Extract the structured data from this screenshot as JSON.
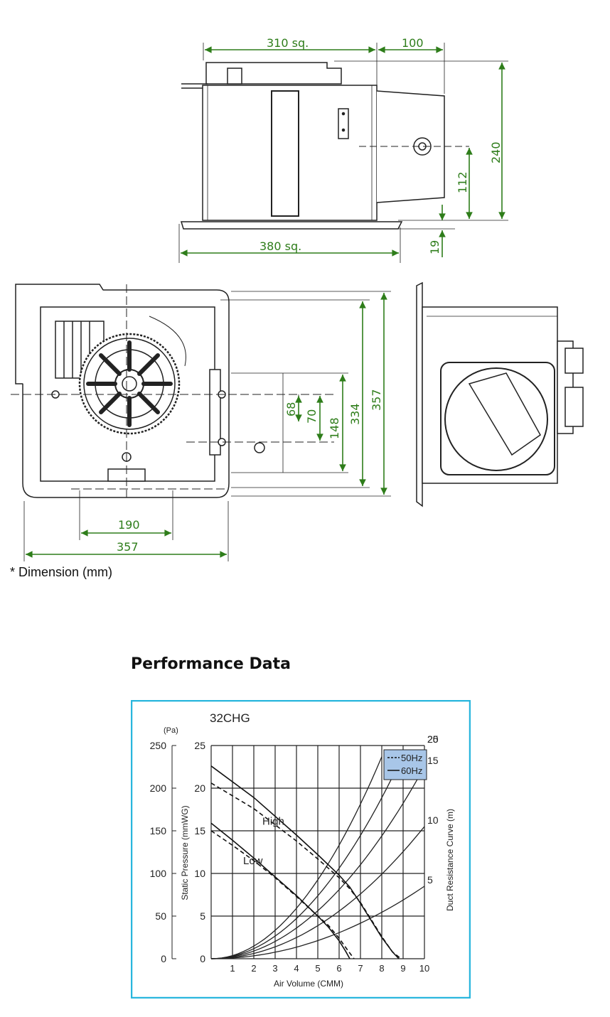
{
  "dimensions": {
    "top_width": "310 sq.",
    "top_offset": "100",
    "height_total": "240",
    "height_port": "112",
    "flange": "19",
    "base_width": "380 sq.",
    "mid_68": "68",
    "mid_70": "70",
    "mid_148": "148",
    "mid_334": "334",
    "mid_357_v": "357",
    "bottom_190": "190",
    "bottom_357": "357"
  },
  "note": "* Dimension (mm)",
  "performance_title": "Performance Data",
  "chart_data": {
    "type": "line",
    "model": "32CHG",
    "xlabel": "Air Volume (CMM)",
    "ylabel_left": "Static Pressure (mmWG)",
    "ylabel_right": "Duct Resistance Curve (m)",
    "pa_unit": "(Pa)",
    "xlim": [
      0,
      10
    ],
    "ylim": [
      0,
      25
    ],
    "x_ticks": [
      "0",
      "1",
      "2",
      "3",
      "4",
      "5",
      "6",
      "7",
      "8",
      "9",
      "10"
    ],
    "y_ticks_mmwg": [
      "0",
      "5",
      "10",
      "15",
      "20",
      "25"
    ],
    "y_ticks_pa": [
      "0",
      "50",
      "100",
      "150",
      "200",
      "250"
    ],
    "curve_labels": {
      "high": "High",
      "low": "Low"
    },
    "legend": [
      {
        "label": "50Hz",
        "style": "dashed"
      },
      {
        "label": "60Hz",
        "style": "solid"
      }
    ],
    "series": [
      {
        "name": "High 60Hz",
        "style": "solid",
        "x": [
          0,
          2,
          4,
          5,
          6,
          6.5,
          7,
          7.5,
          8,
          8.5,
          8.8
        ],
        "y": [
          22.6,
          18.9,
          14.5,
          12.2,
          9.8,
          8.4,
          6.5,
          4.5,
          2.5,
          0.8,
          0
        ]
      },
      {
        "name": "High 50Hz",
        "style": "dashed",
        "x": [
          0,
          2,
          4,
          5,
          6,
          6.5,
          7,
          7.5,
          8,
          8.5,
          8.9
        ],
        "y": [
          20.6,
          17.6,
          13.8,
          11.7,
          9.5,
          8.2,
          6.6,
          4.6,
          2.6,
          0.8,
          0
        ]
      },
      {
        "name": "Low 60Hz",
        "style": "solid",
        "x": [
          0,
          1,
          2,
          3,
          4,
          5,
          5.5,
          6,
          6.3,
          6.5
        ],
        "y": [
          15.9,
          13.9,
          11.8,
          9.6,
          7.4,
          5.0,
          3.7,
          2.1,
          0.9,
          0
        ]
      },
      {
        "name": "Low 50Hz",
        "style": "dashed",
        "x": [
          0,
          1,
          2,
          3,
          4,
          5,
          5.5,
          6,
          6.4,
          6.7
        ],
        "y": [
          15.0,
          13.3,
          11.5,
          9.5,
          7.3,
          5.0,
          3.9,
          2.4,
          1.0,
          0
        ]
      }
    ],
    "duct_curves": [
      {
        "label": "25",
        "k": 0.37
      },
      {
        "label": "20",
        "k": 0.295
      },
      {
        "label": "15",
        "k": 0.225
      },
      {
        "label": "10",
        "k": 0.155
      },
      {
        "label": "5",
        "k": 0.085
      }
    ]
  }
}
